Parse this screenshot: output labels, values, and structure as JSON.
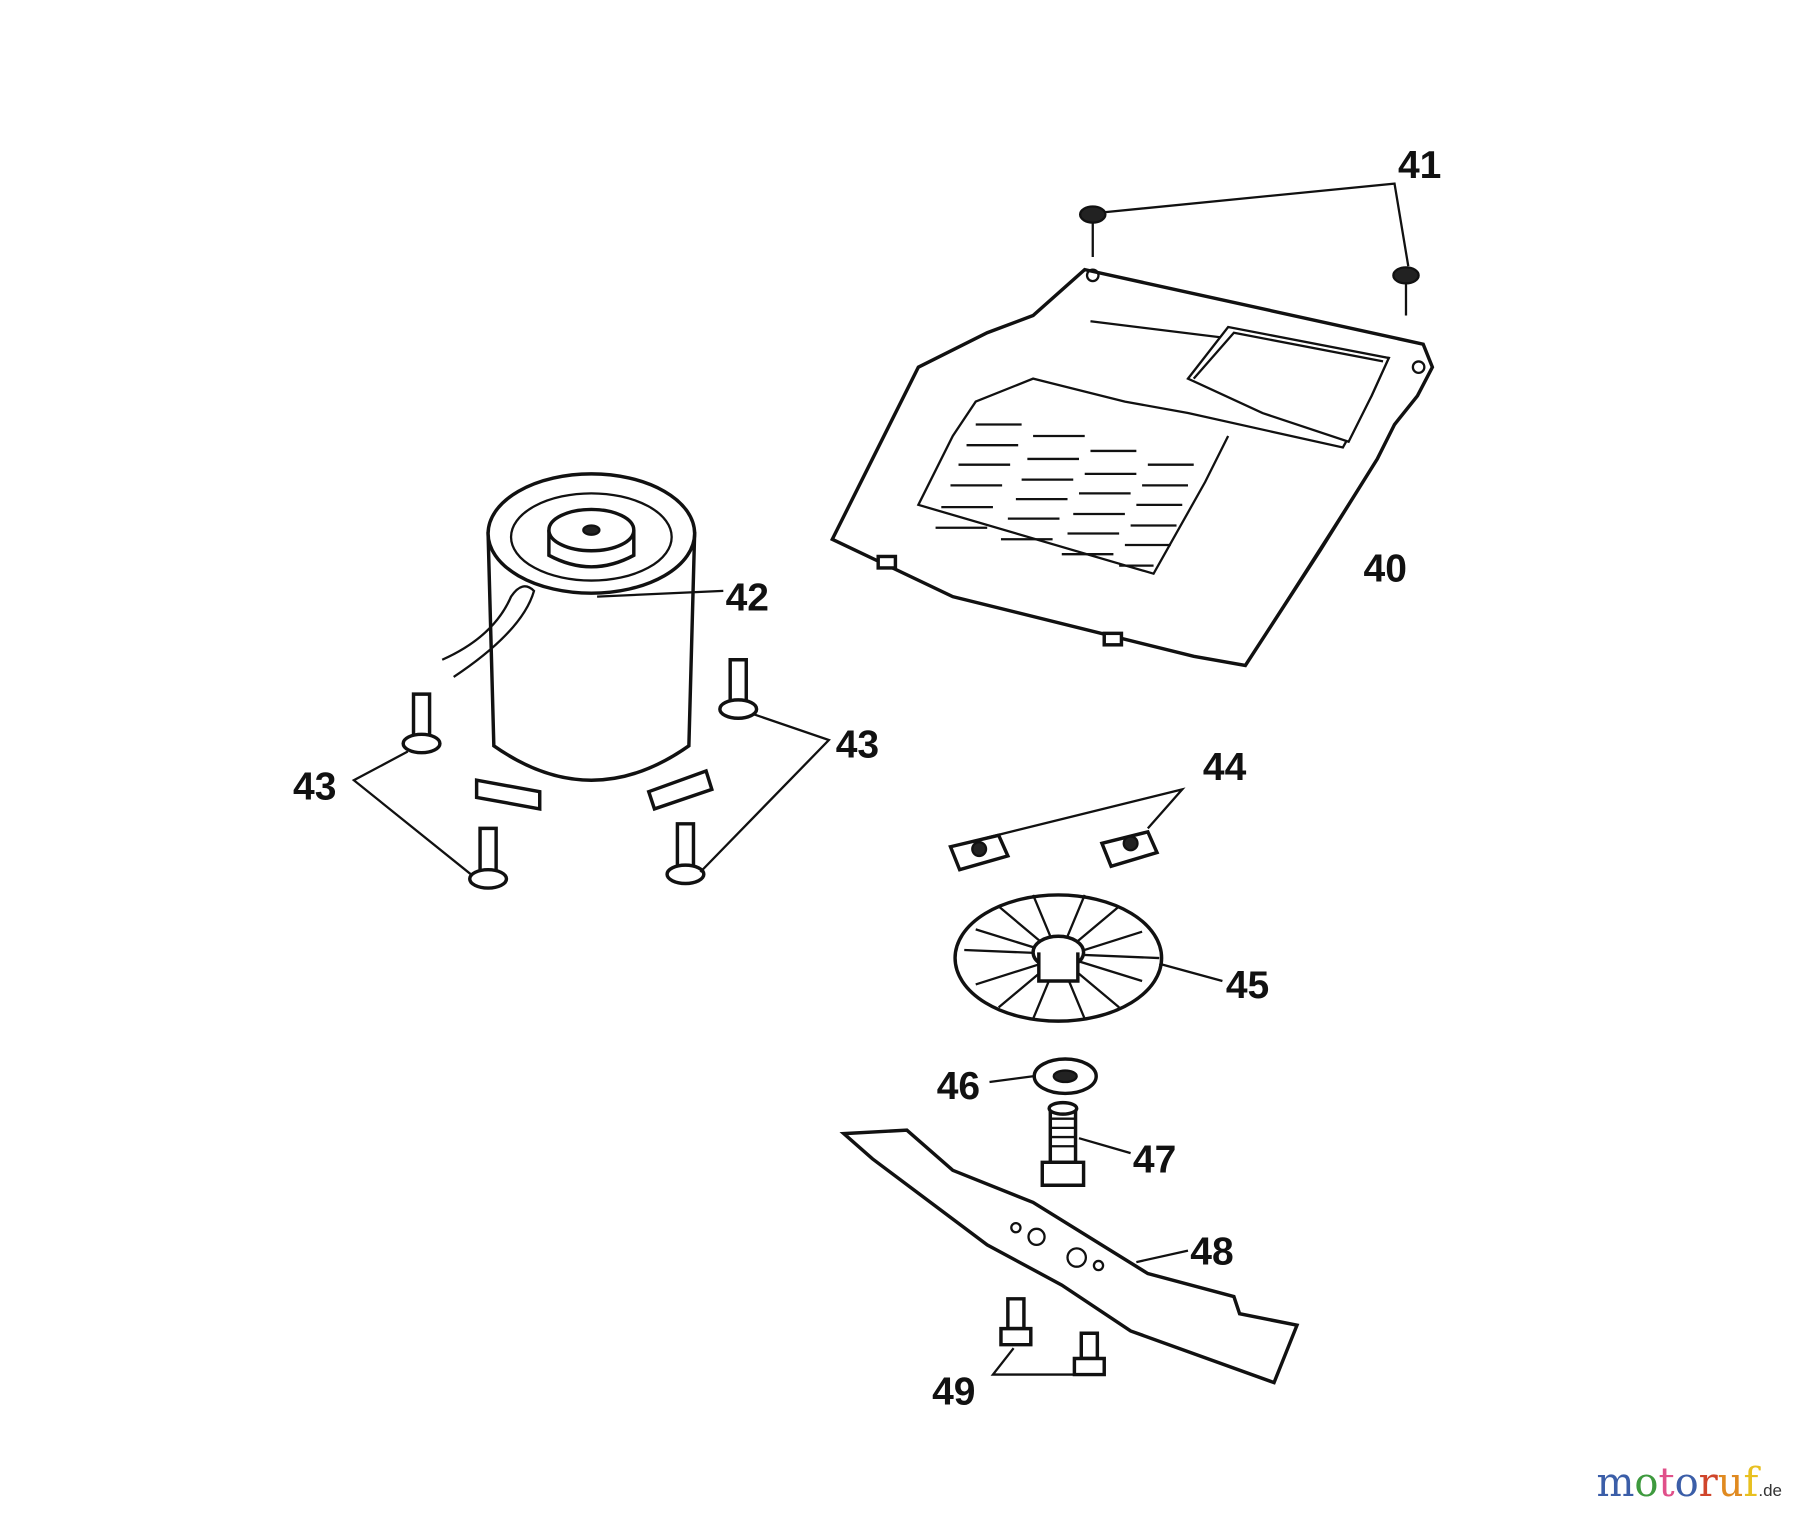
{
  "diagram": {
    "labels": {
      "p40": "40",
      "p41": "41",
      "p42": "42",
      "p43a": "43",
      "p43b": "43",
      "p44": "44",
      "p45": "45",
      "p46": "46",
      "p47": "47",
      "p48": "48",
      "p49": "49"
    }
  },
  "watermark": {
    "text": "motoruf",
    "suffix": ".de",
    "colors": [
      "#3b5ea8",
      "#3e9a3e",
      "#e0508a",
      "#3b5ea8",
      "#d0452b",
      "#e08a20",
      "#e8c020"
    ]
  }
}
